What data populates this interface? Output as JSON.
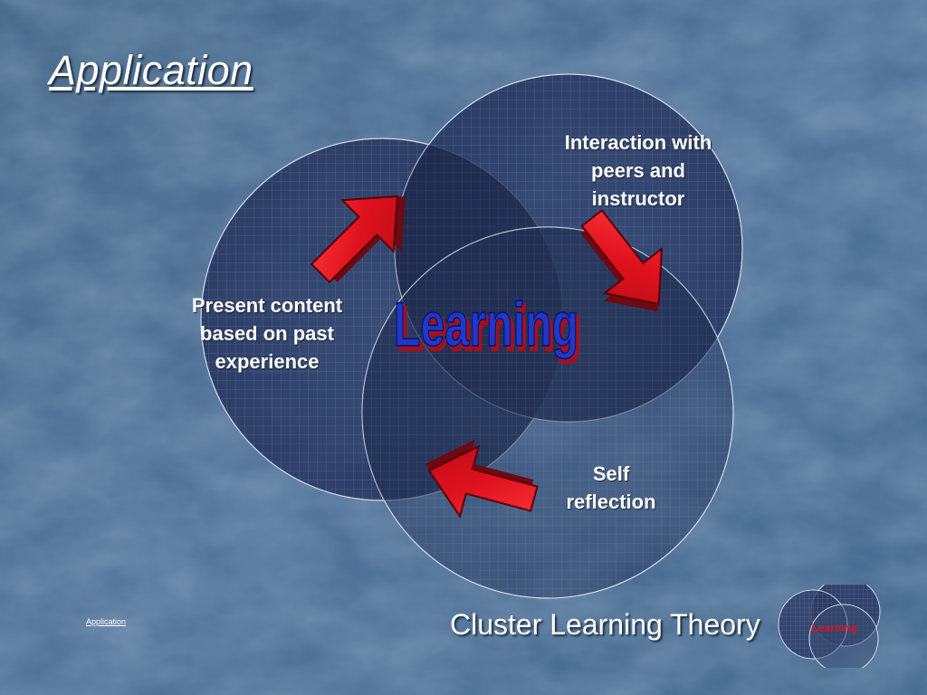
{
  "slide": {
    "title": "Application",
    "center_word": "Learning",
    "labels": {
      "present": [
        "Present content",
        "based on past",
        "experience"
      ],
      "interaction": [
        "Interaction with",
        "peers and",
        "instructor"
      ],
      "self": [
        "Self",
        "reflection"
      ]
    },
    "footer": {
      "link": "Application",
      "title": "Cluster Learning Theory"
    }
  },
  "colors": {
    "background": "#4d6f93",
    "circle_fill": "#2a3a64",
    "arrow_red": "#e0121e",
    "arrow_dark": "#7a0a12",
    "wordart_blue": "#1f36c4",
    "wordart_red": "#a3101c"
  },
  "icons": [
    "arrow-up-right-icon",
    "arrow-down-right-icon",
    "arrow-left-icon"
  ]
}
